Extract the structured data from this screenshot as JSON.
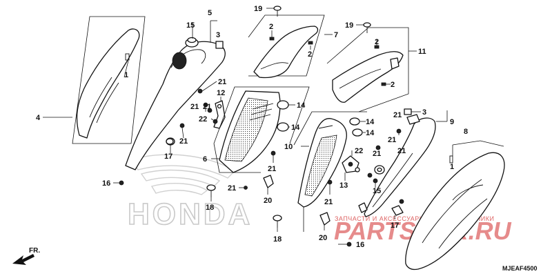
{
  "watermark": {
    "logo_text": "HONDA",
    "brand_text": "PARTSFOR.RU",
    "caption": "ЗАПЧАСТИ И АКСЕССУАРЫ ДЛЯ МОТОТЕХНИКИ"
  },
  "direction_label": "FR.",
  "diagram_code": "MJEAF4500",
  "callouts": {
    "c1a": "1",
    "c1b": "1",
    "c2a": "2",
    "c2b": "2",
    "c2c": "2",
    "c2d": "2",
    "c3a": "3",
    "c3b": "3",
    "c4": "4",
    "c5": "5",
    "c6": "6",
    "c7": "7",
    "c8": "8",
    "c9": "9",
    "c10": "10",
    "c11": "11",
    "c12": "12",
    "c13": "13",
    "c14a": "14",
    "c14b": "14",
    "c14c": "14",
    "c14d": "14",
    "c15a": "15",
    "c15b": "15",
    "c16a": "16",
    "c16b": "16",
    "c17a": "17",
    "c17b": "17",
    "c18a": "18",
    "c18b": "18",
    "c19a": "19",
    "c19b": "19",
    "c20a": "20",
    "c20b": "20",
    "c21a": "21",
    "c21b": "21",
    "c21c": "21",
    "c21d": "21",
    "c21e": "21",
    "c21f": "21",
    "c21g": "21",
    "c21h": "21",
    "c21i": "21",
    "c21j": "21",
    "c21k": "21",
    "c22a": "22",
    "c22b": "22"
  }
}
